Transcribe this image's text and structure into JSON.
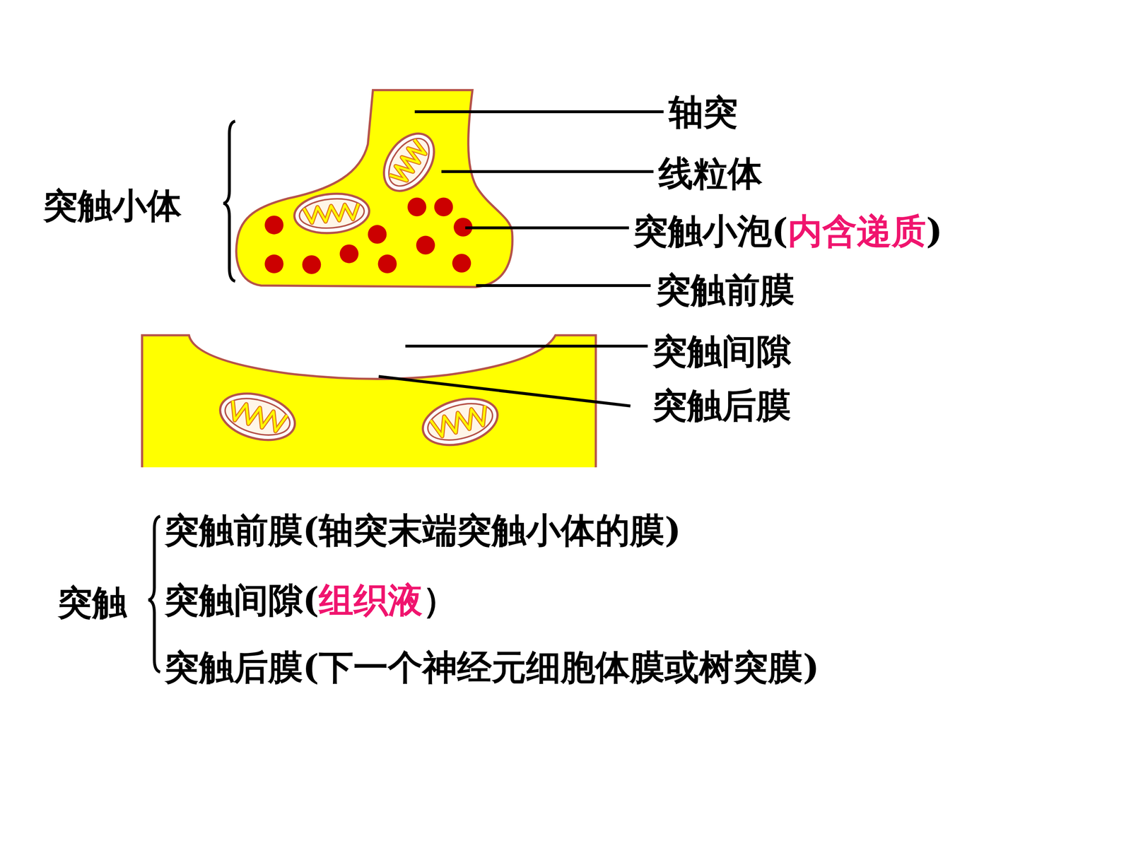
{
  "diagram": {
    "labels": [
      "轴突",
      "线粒体",
      "突触小泡(",
      "内含递质",
      ")",
      "突触前膜",
      "突触间隙",
      "突触后膜",
      "突触小体",
      "突触",
      "突触前膜(轴突末端突触小体的膜)",
      "突触间隙(",
      "组织液",
      "）",
      "突触后膜(下一个神经元细胞体膜或树突膜)"
    ]
  }
}
